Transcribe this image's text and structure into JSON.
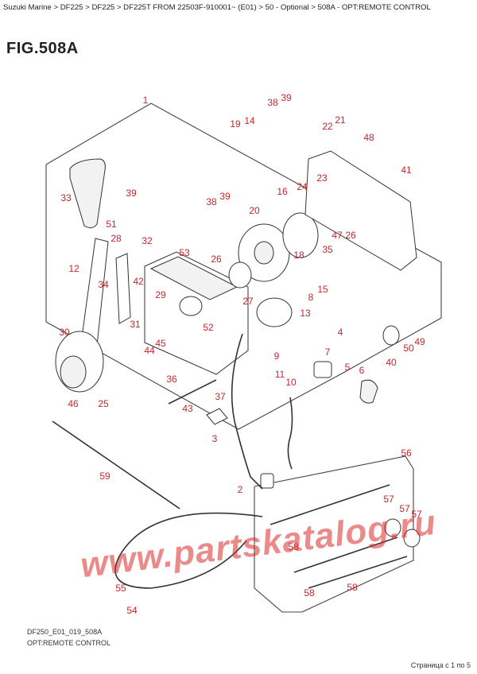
{
  "breadcrumb": "Suzuki Marine > DF225 > DF225 > DF225T FROM 22503F-910001~ (E01) > 50 - Optional > 508A - OPT:REMOTE CONTROL",
  "figure_title": "FIG.508A",
  "drawing_code": "DF250_E01_019_508A",
  "caption": "OPT:REMOTE CONTROL",
  "watermark": "www.partskatalog.ru",
  "pager": "Страница с 1 по 5",
  "callouts": {
    "c1": "1",
    "c2": "2",
    "c3": "3",
    "c4": "4",
    "c5": "5",
    "c6": "6",
    "c7": "7",
    "c8": "8",
    "c9": "9",
    "c10": "10",
    "c11": "11",
    "c12": "12",
    "c13": "13",
    "c14": "14",
    "c15": "15",
    "c16": "16",
    "c18": "18",
    "c19": "19",
    "c20": "20",
    "c21": "21",
    "c22": "22",
    "c23": "23",
    "c24": "24",
    "c25": "25",
    "c26a": "26",
    "c26b": "26",
    "c27": "27",
    "c28": "28",
    "c29": "29",
    "c30": "30",
    "c31": "31",
    "c32": "32",
    "c33": "33",
    "c34": "34",
    "c35": "35",
    "c36": "36",
    "c37": "37",
    "c38a": "38",
    "c38b": "38",
    "c39a": "39",
    "c39b": "39",
    "c39c": "39",
    "c40": "40",
    "c41": "41",
    "c42": "42",
    "c43": "43",
    "c44": "44",
    "c45": "45",
    "c46": "46",
    "c47": "47",
    "c48": "48",
    "c49": "49",
    "c50": "50",
    "c51": "51",
    "c52": "52",
    "c53": "53",
    "c54": "54",
    "c55": "55",
    "c56": "56",
    "c57a": "57",
    "c57b": "57",
    "c57c": "57",
    "c58a": "58",
    "c58b": "58",
    "c58c": "58",
    "c59": "59"
  }
}
